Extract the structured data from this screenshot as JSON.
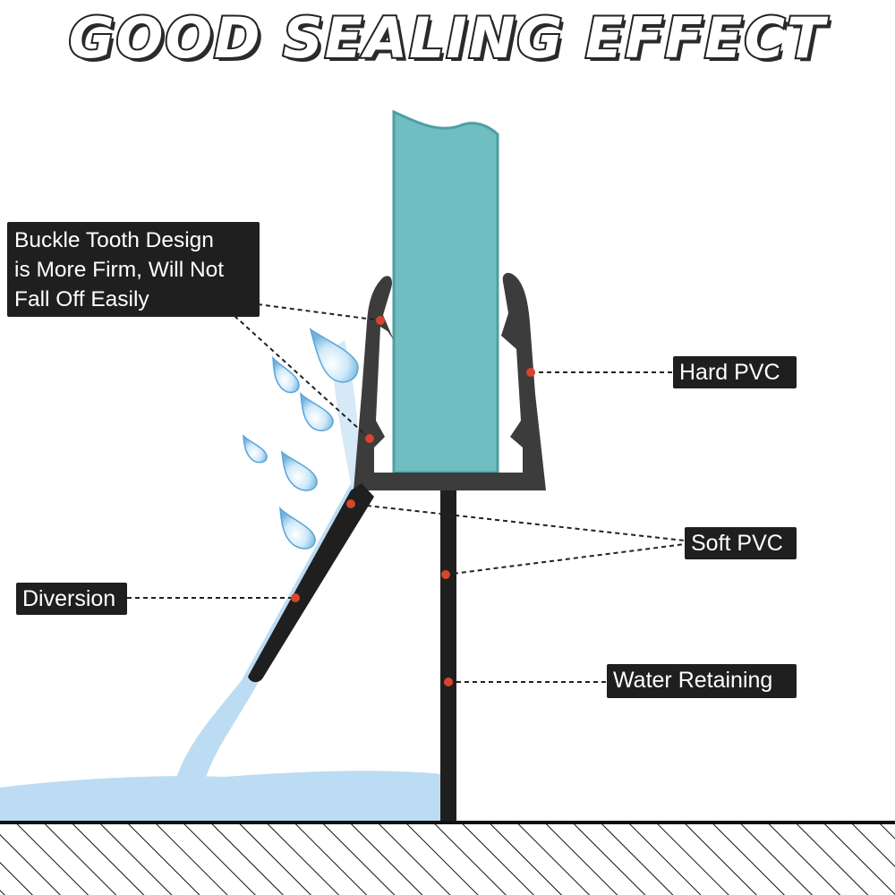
{
  "title": "GOOD SEALING EFFECT",
  "labels": {
    "buckle_tooth": "Buckle Tooth Design\nis More Firm, Will Not\nFall Off Easily",
    "hard_pvc": "Hard PVC",
    "soft_pvc": "Soft PVC",
    "diversion": "Diversion",
    "water_retaining": "Water Retaining"
  },
  "colors": {
    "glass": "#6fbfc2",
    "glass_edge": "#4e9fa3",
    "hard_pvc": "#3c3c3c",
    "soft_pvc": "#1f1f1f",
    "water": "#bcdcf3",
    "marker": "#d6452c",
    "label_bg": "#1f1f1f"
  },
  "icons": {
    "droplet": "water-drop-icon",
    "floor": "hatched-floor"
  }
}
